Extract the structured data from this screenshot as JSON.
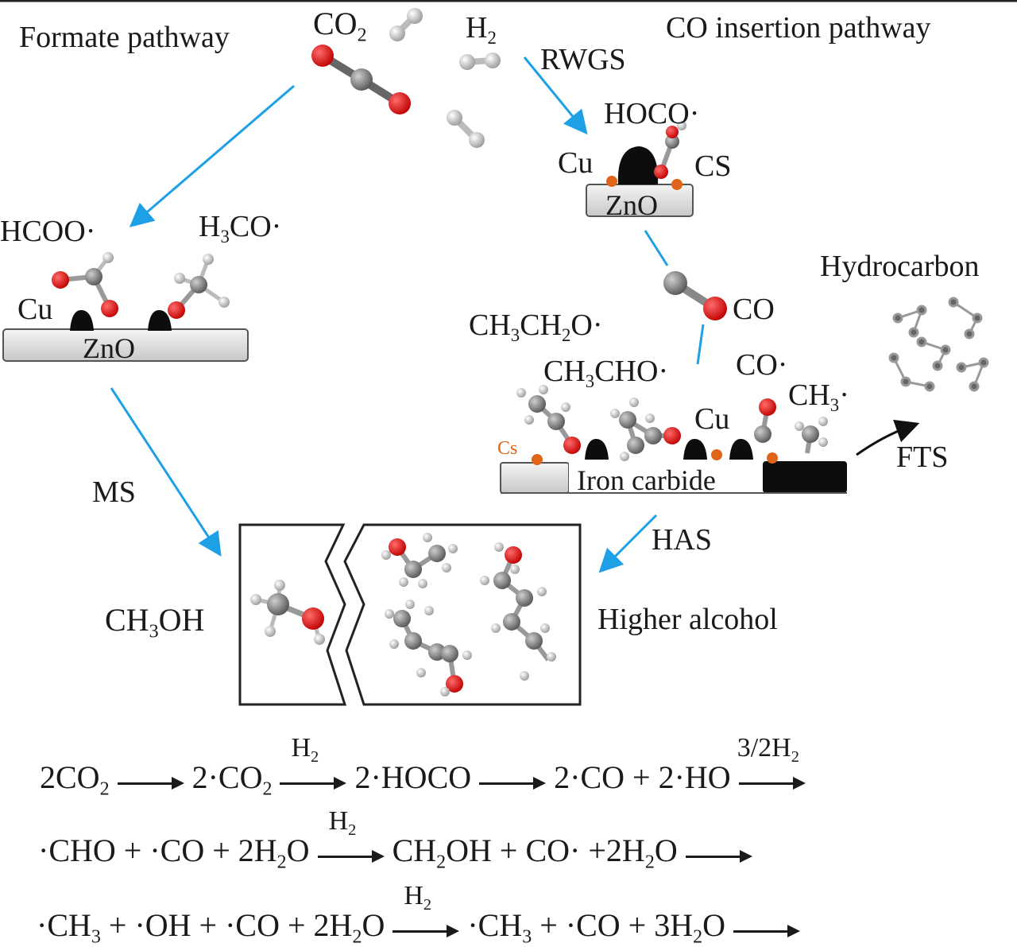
{
  "labels": {
    "formate_pathway": "Formate pathway",
    "co_insertion_pathway": "CO insertion pathway",
    "co2": "CO",
    "co2_sub": "2",
    "h2": "H",
    "h2_sub": "2",
    "rwgs": "RWGS",
    "hoco": "HOCO",
    "cu_top": "Cu",
    "cs_top": "CS",
    "zno_top": "ZnO",
    "hcoo": "HCOO",
    "h3co_h": "H",
    "h3co_sub": "3",
    "h3co_co": "CO",
    "cu_left": "Cu",
    "zno_left": "ZnO",
    "hydrocarbon": "Hydrocarbon",
    "co_gas": "CO",
    "ch3ch2o": "CH",
    "ch3ch2o_s1": "3",
    "ch3ch2o_m": "CH",
    "ch3ch2o_s2": "2",
    "ch3ch2o_e": "O",
    "ch3cho": "CH",
    "ch3cho_s": "3",
    "ch3cho_e": "CHO",
    "co_ads": "CO",
    "ch3_ads": "CH",
    "ch3_ads_s": "3",
    "cu_right": "Cu",
    "cs_right": "Cs",
    "fts": "FTS",
    "iron_carbide": "Iron carbide",
    "ms": "MS",
    "has": "HAS",
    "ch3oh": "CH",
    "ch3oh_s": "3",
    "ch3oh_e": "OH",
    "higher_alcohol": "Higher alcohol"
  },
  "equations": {
    "line1": {
      "a": "2CO",
      "a_s": "2",
      "b": "2·CO",
      "b_s": "2",
      "h2": "H",
      "h2_s": "2",
      "c": "2·HOCO",
      "d": "2·CO + 2·HO",
      "e": "3/2H",
      "e_s": "2"
    },
    "line2": {
      "a": "·CHO + ·CO + 2H",
      "a_s": "2",
      "a_e": "O",
      "h2": "H",
      "h2_s": "2",
      "b": "CH",
      "b_s": "2",
      "b_e": "OH + CO· +2H",
      "b_s2": "2",
      "b_e2": "O"
    },
    "line3": {
      "a": "·CH",
      "a_s": "3",
      "a_e": " + ·OH  + ·CO + 2H",
      "a_s2": "2",
      "a_e2": "O",
      "h2": "H",
      "h2_s": "2",
      "b": "·CH",
      "b_s": "3",
      "b_e": " + ·CO + 3H",
      "b_s2": "2",
      "b_e2": "O"
    }
  },
  "colors": {
    "arrow_blue": "#1ea0e6",
    "oxygen_red": "#e01010",
    "carbon_gray": "#7a7a7a",
    "cu_black": "#0d0d0d",
    "cs_orange": "#e0641a"
  }
}
